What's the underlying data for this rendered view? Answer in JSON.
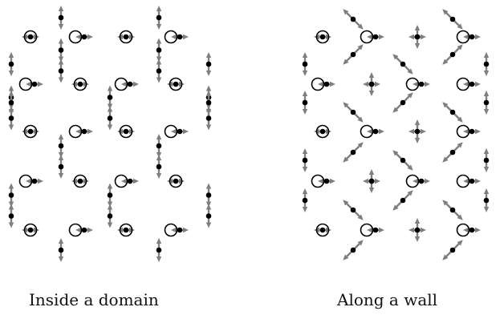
{
  "panels": [
    {
      "id": "inside",
      "caption": "Inside a domain"
    },
    {
      "id": "wall",
      "caption": "Along a wall"
    }
  ],
  "colors": {
    "arrow": "#7f7f7f",
    "dot": "#000000",
    "ring": "#000000"
  },
  "icons": {
    "site": "ring-with-dot",
    "moment": "double-headed-arrow"
  }
}
